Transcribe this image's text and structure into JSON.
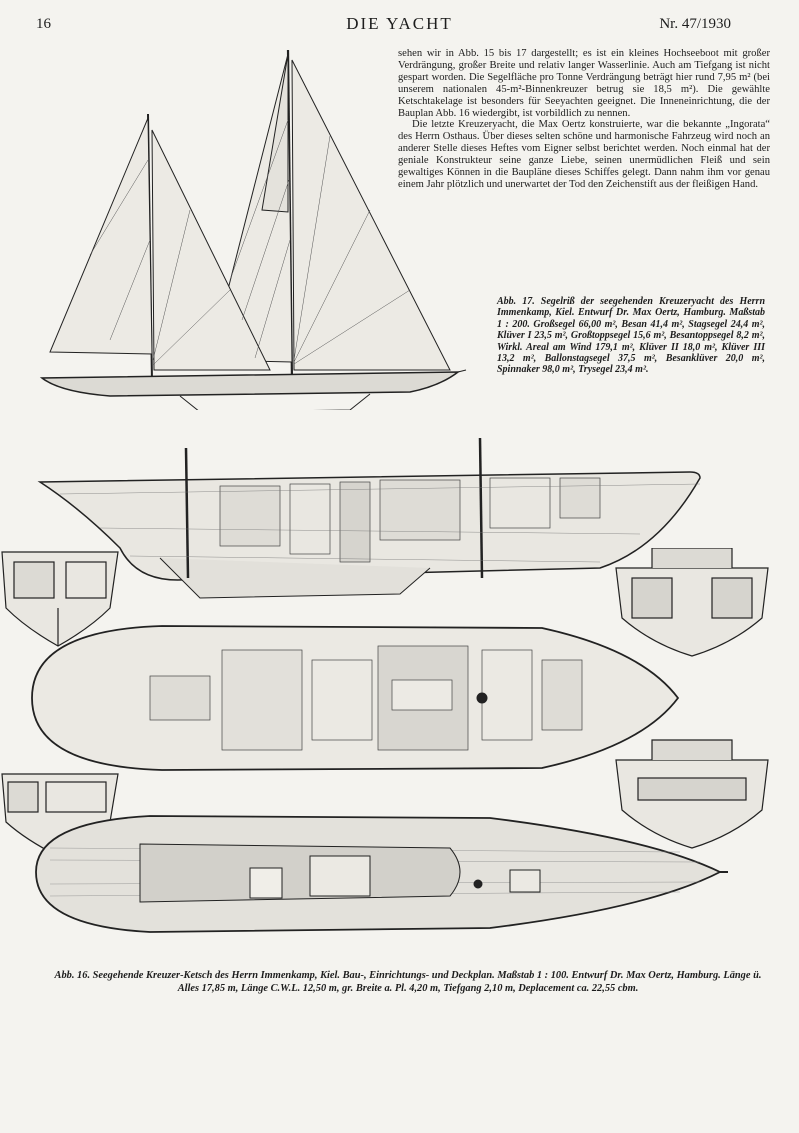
{
  "header": {
    "page_number": "16",
    "journal_title": "DIE YACHT",
    "issue": "Nr. 47/1930"
  },
  "body_text": {
    "paragraph_1": "sehen wir in Abb. 15 bis 17 dargestellt; es ist ein kleines Hochseeboot mit großer Verdrängung, großer Breite und relativ langer Wasserlinie. Auch am Tiefgang ist nicht gespart worden. Die Segelfläche pro Tonne Verdrängung beträgt hier rund 7,95 m² (bei unserem nationalen 45-m²-Binnenkreuzer betrug sie 18,5 m²). Die gewählte Ketschtakelage ist besonders für Seeyachten geeignet. Die Inneneinrichtung, die der Bauplan Abb. 16 wiedergibt, ist vorbildlich zu nennen.",
    "paragraph_2": "Die letzte Kreuzeryacht, die Max Oertz konstruierte, war die bekannte „Ingorata“ des Herrn Osthaus. Über dieses selten schöne und harmonische Fahrzeug wird noch an anderer Stelle dieses Heftes vom Eigner selbst berichtet werden. Noch einmal hat der geniale Konstrukteur seine ganze Liebe, seinen unermüdlichen Fleiß und sein gewaltiges Können in die Baupläne dieses Schiffes gelegt. Dann nahm ihm vor genau einem Jahr plötzlich und unerwartet der Tod den Zeichenstift aus der fleißigen Hand."
  },
  "figure_17": {
    "caption": "Abb. 17. Segelriß der seegehenden Kreuzeryacht des Herrn Immenkamp, Kiel. Entwurf Dr. Max Oertz, Hamburg. Maßstab 1 : 200. Großsegel 66,00 m², Besan 41,4 m², Stagsegel 24,4 m², Klüver I 23,5 m², Großtoppsegel 15,6 m², Besantoppsegel 8,2 m², Wirkl. Areal am Wind 179,1 m², Klüver II 18,0 m², Klüver III 13,2 m², Ballonstagsegel 37,5 m², Besanklüver 20,0 m², Spinnaker 98,0 m², Trysegel 23,4 m²."
  },
  "figure_16": {
    "caption": "Abb. 16. Seegehende Kreuzer-Ketsch des Herrn Immenkamp, Kiel. Bau-, Einrichtungs- und Deckplan. Maßstab 1 : 100. Entwurf Dr. Max Oertz, Hamburg. Länge ü. Alles 17,85 m, Länge C.W.L. 12,50 m, gr. Breite a. Pl. 4,20 m, Tiefgang 2,10 m, Deplacement ca. 22,55 cbm."
  },
  "colors": {
    "paper": "#f4f3ef",
    "ink": "#1d1d1d"
  }
}
